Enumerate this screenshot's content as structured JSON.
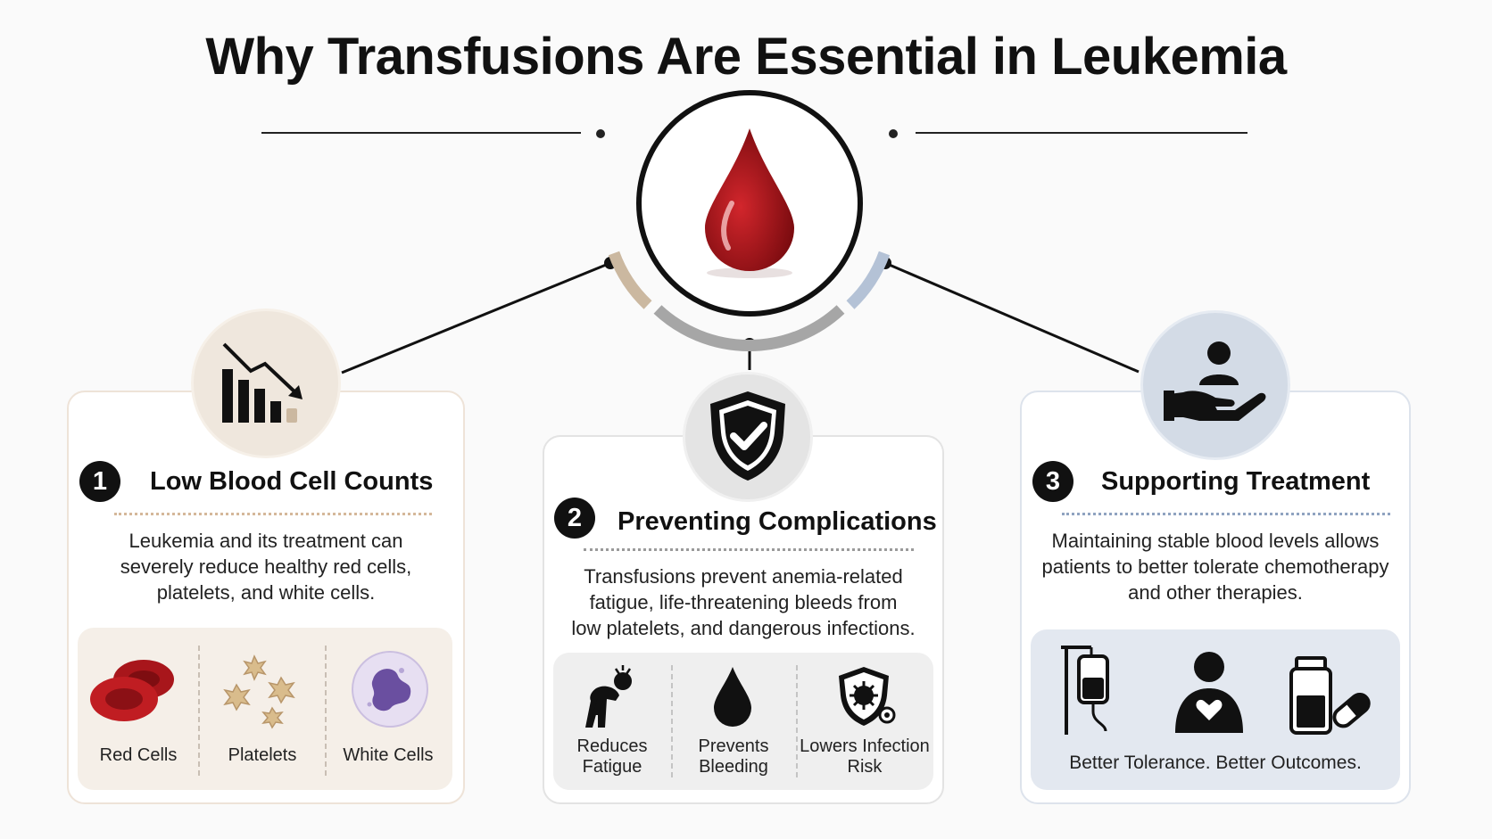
{
  "title": "Why Transfusions Are Essential in Leukemia",
  "hub_icon": "blood-drop-icon",
  "colors": {
    "blood": "#a5151b",
    "card1_accent": "#cbb8a0",
    "card2_accent": "#9a9a9a",
    "card3_accent": "#b4c2d6"
  },
  "sections": [
    {
      "number": "1",
      "heading": "Low Blood Cell Counts",
      "description_lines": [
        "Leukemia and its treatment can",
        "severely reduce healthy red cells,",
        "platelets, and white cells."
      ],
      "icon": "declining-bar-chart-icon",
      "items": [
        {
          "label": "Red Cells",
          "icon": "red-blood-cells-icon"
        },
        {
          "label": "Platelets",
          "icon": "platelets-icon"
        },
        {
          "label": "White Cells",
          "icon": "white-blood-cell-icon"
        }
      ]
    },
    {
      "number": "2",
      "heading": "Preventing Complications",
      "description_lines": [
        "Transfusions prevent anemia-related",
        "fatigue, life-threatening bleeds from",
        "low platelets, and dangerous infections."
      ],
      "icon": "shield-check-icon",
      "items": [
        {
          "label_lines": [
            "Reduces",
            "Fatigue"
          ],
          "icon": "tired-person-icon"
        },
        {
          "label_lines": [
            "Prevents",
            "Bleeding"
          ],
          "icon": "drop-icon"
        },
        {
          "label_lines": [
            "Lowers Infection",
            "Risk"
          ],
          "icon": "virus-shield-icon"
        }
      ]
    },
    {
      "number": "3",
      "heading": "Supporting Treatment",
      "description_lines": [
        "Maintaining stable blood levels allows",
        "patients to better tolerate chemotherapy",
        "and other therapies."
      ],
      "icon": "hand-support-person-icon",
      "items": [
        {
          "icon": "iv-bag-icon"
        },
        {
          "icon": "person-heart-icon"
        },
        {
          "icon": "medicine-bottle-pill-icon"
        }
      ],
      "footer": "Better Tolerance. Better Outcomes."
    }
  ]
}
